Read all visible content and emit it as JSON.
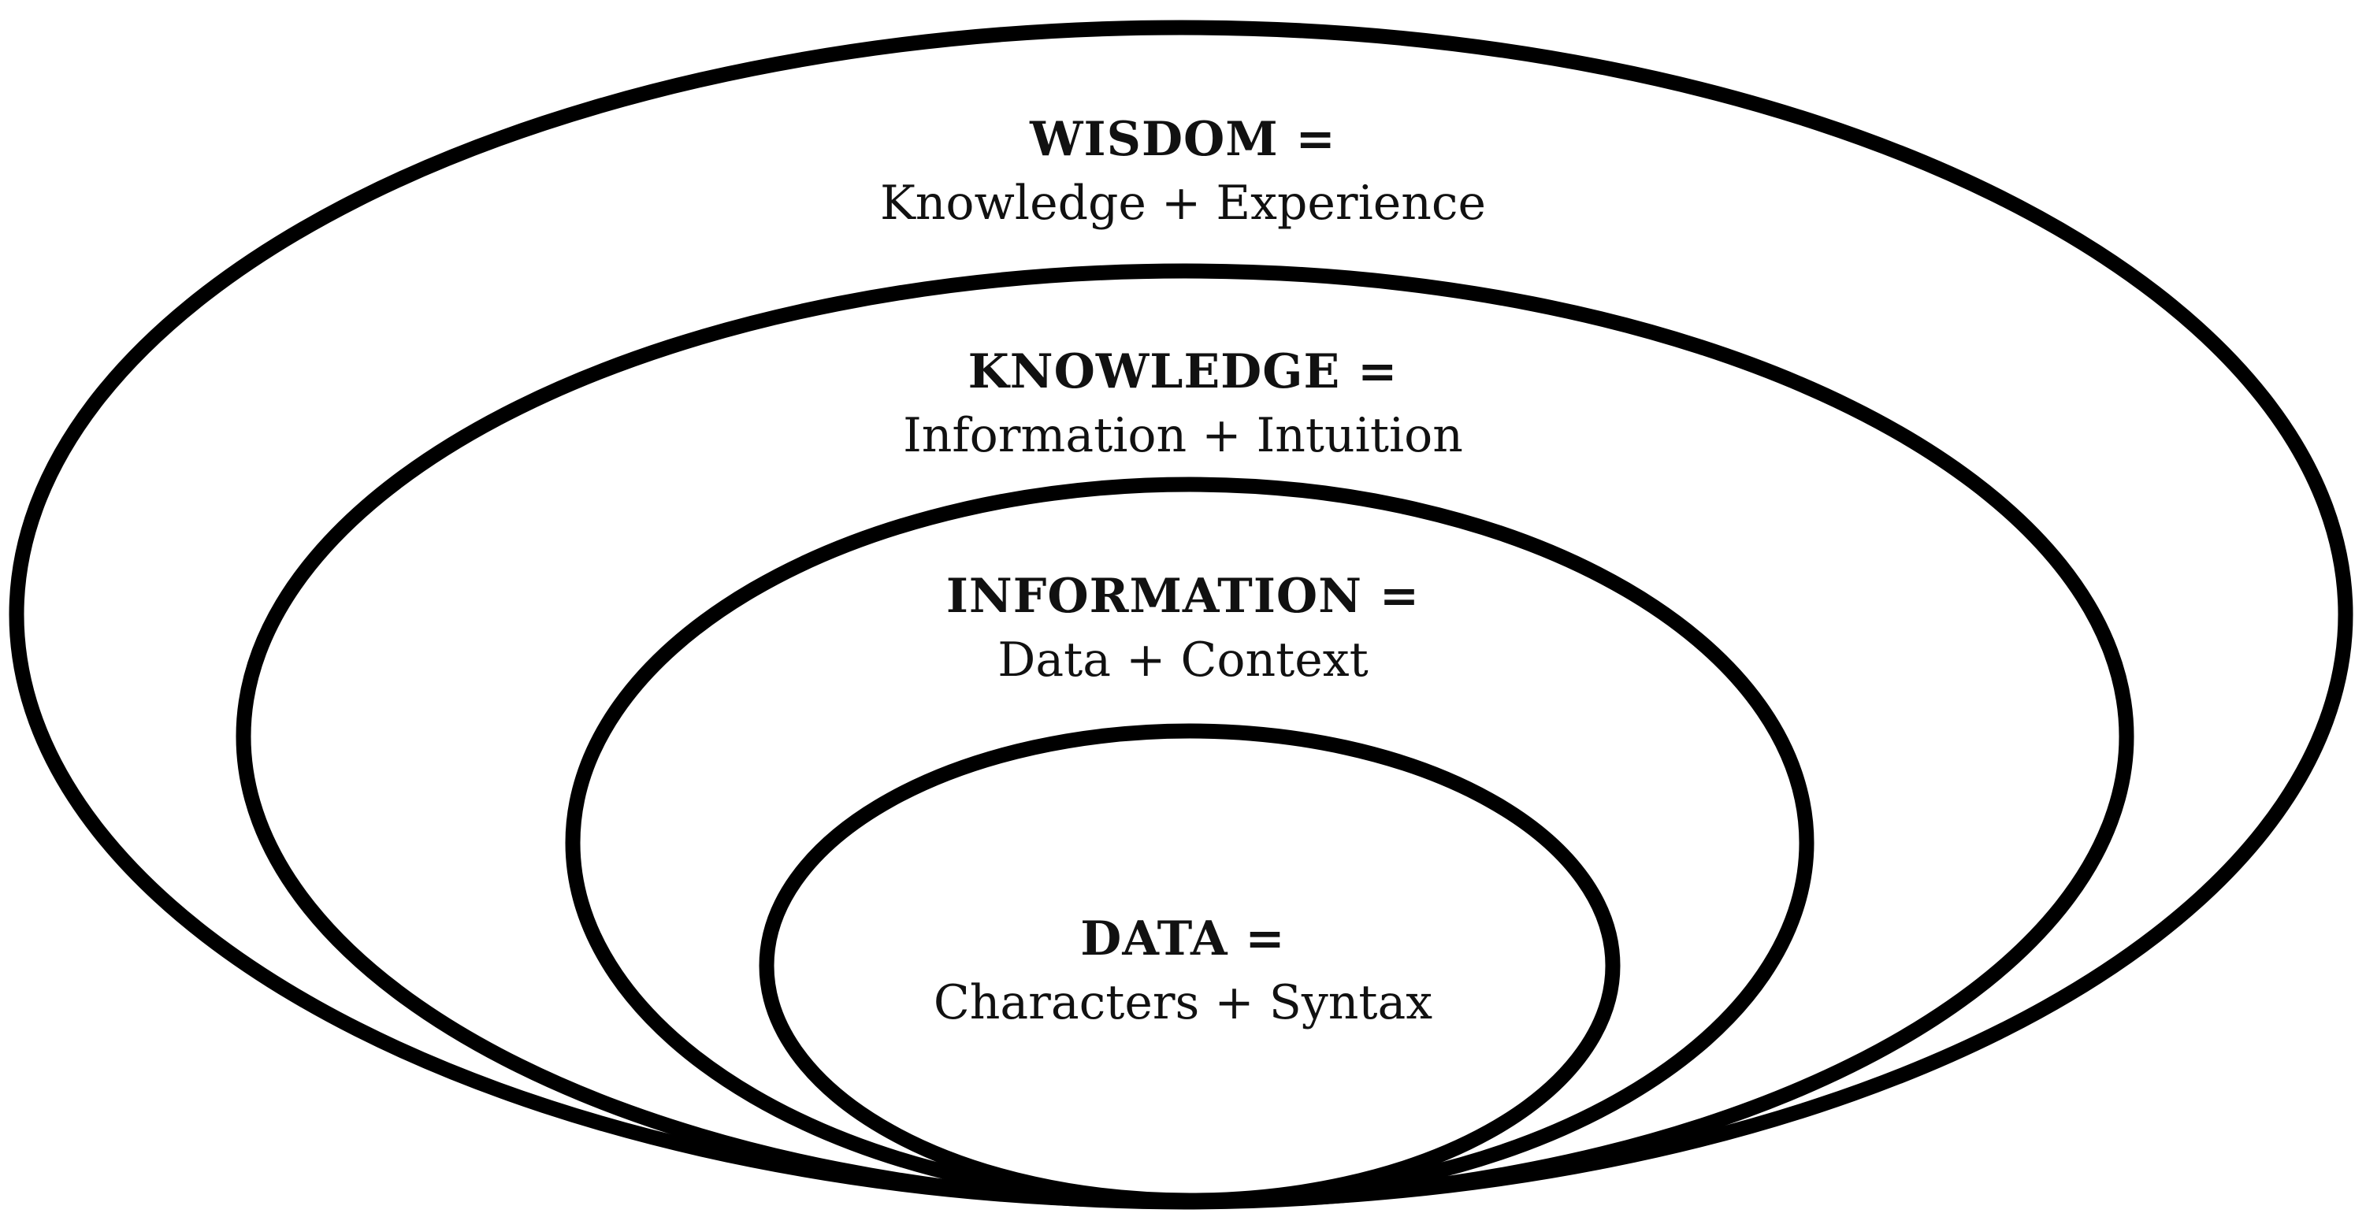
{
  "diagram": {
    "layers": [
      {
        "id": "wisdom",
        "title": "WISDOM =",
        "formula": "Knowledge + Experience"
      },
      {
        "id": "knowledge",
        "title": "KNOWLEDGE =",
        "formula": "Information + Intuition"
      },
      {
        "id": "information",
        "title": "INFORMATION =",
        "formula": "Data + Context"
      },
      {
        "id": "data",
        "title": "DATA =",
        "formula": "Characters + Syntax"
      }
    ],
    "colors": {
      "stroke": "#000000",
      "background": "#ffffff",
      "text": "#111111"
    }
  }
}
